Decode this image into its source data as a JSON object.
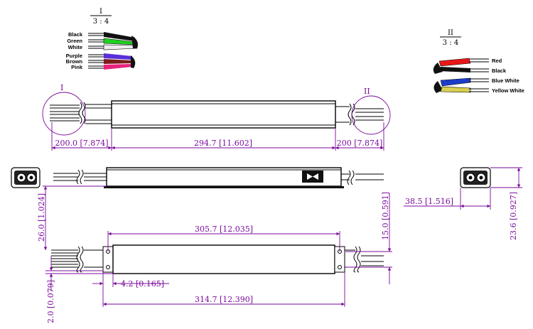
{
  "detail_I": {
    "label": "I",
    "scale": "3 : 4",
    "wires": [
      "Black",
      "Green",
      "White",
      "Purple",
      "Brown",
      "Pink"
    ]
  },
  "detail_II": {
    "label": "II",
    "scale": "3 : 4",
    "wires": [
      "Red",
      "Black",
      "Blue White",
      "Yellow White"
    ]
  },
  "callouts": {
    "left": "I",
    "right": "II"
  },
  "dimensions": {
    "lead_left": "200.0 [7.874]",
    "body_length": "294.7 [11.602]",
    "lead_right": "200 [7.874]",
    "height": "26.0 [1.024]",
    "mount_spacing": "305.7 [12.035]",
    "mount_height": "15.0 [0.591]",
    "offset": "4.2 [0.165]",
    "overall_length": "314.7 [12.390]",
    "flange": "2.0 [0.079]",
    "end_width": "38.5 [1.516]",
    "end_height": "23.6 [0.927]"
  },
  "colors": {
    "dimension": "#7a0a9b",
    "wire_black": "#111111",
    "wire_green": "#1fd01f",
    "wire_white": "#eeeeee",
    "wire_purple": "#5a2fd8",
    "wire_brown": "#7a1d1d",
    "wire_pink": "#e8227a",
    "wire_red": "#e81818",
    "wire_blue": "#1c3cc8",
    "wire_yellow": "#d8cf50"
  }
}
